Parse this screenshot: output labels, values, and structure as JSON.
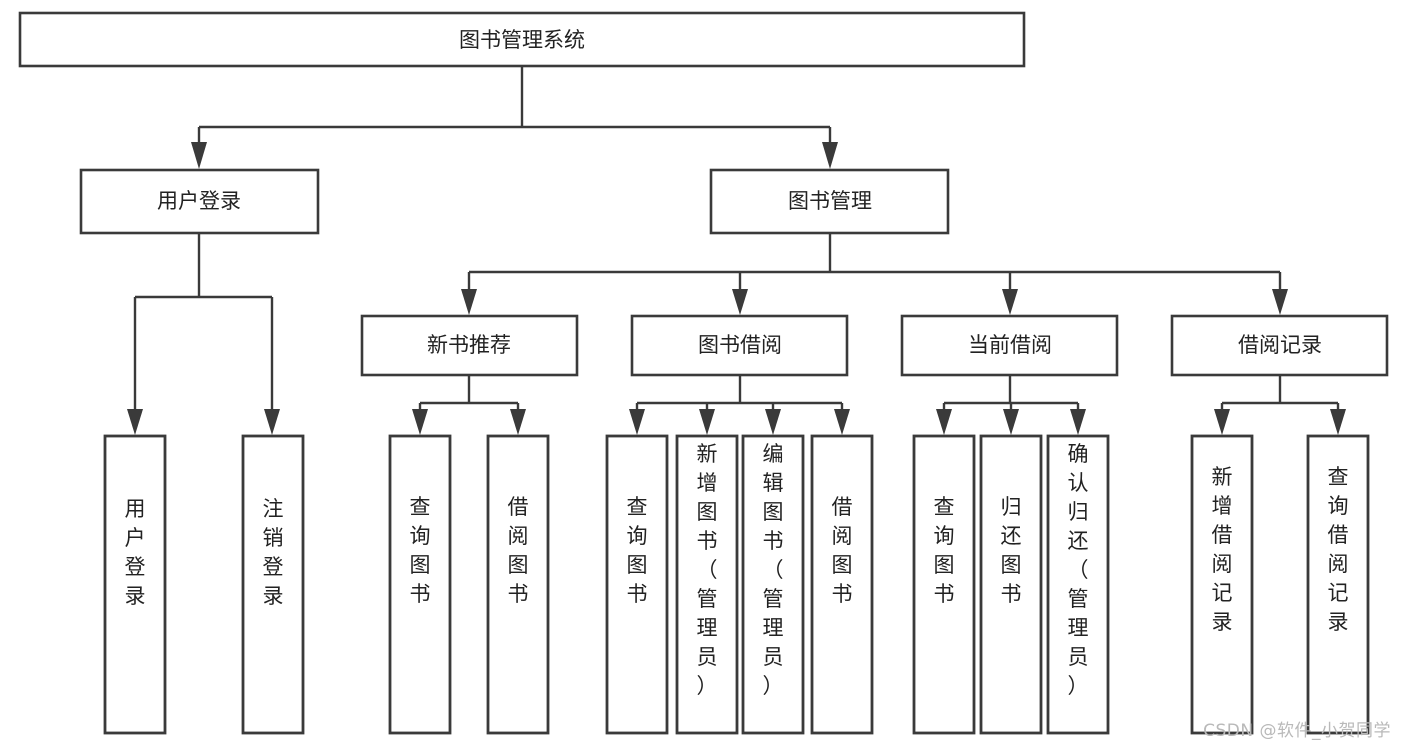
{
  "diagram": {
    "title": "图书管理系统",
    "type": "tree",
    "watermark": "CSDN @软件_小贺同学",
    "colors": {
      "box_stroke": "#3a3a3a",
      "box_fill": "#ffffff",
      "text": "#222222",
      "connector": "#3a3a3a",
      "watermark": "#b9b9b9",
      "background": "#ffffff"
    },
    "root": {
      "label": "图书管理系统"
    },
    "level2": [
      {
        "label": "用户登录"
      },
      {
        "label": "图书管理"
      }
    ],
    "level3": [
      {
        "label": "新书推荐"
      },
      {
        "label": "图书借阅"
      },
      {
        "label": "当前借阅"
      },
      {
        "label": "借阅记录"
      }
    ],
    "leaves": {
      "user_login": [
        {
          "label": "用户登录"
        },
        {
          "label": "注销登录"
        }
      ],
      "new_book_recommend": [
        {
          "label": "查询图书"
        },
        {
          "label": "借阅图书"
        }
      ],
      "book_borrow": [
        {
          "label": "查询图书"
        },
        {
          "label": "新增图书（管理员）"
        },
        {
          "label": "编辑图书（管理员）"
        },
        {
          "label": "借阅图书"
        }
      ],
      "current_borrow": [
        {
          "label": "查询图书"
        },
        {
          "label": "归还图书"
        },
        {
          "label": "确认归还（管理员）"
        }
      ],
      "borrow_record": [
        {
          "label": "新增借阅记录"
        },
        {
          "label": "查询借阅记录"
        }
      ]
    }
  }
}
